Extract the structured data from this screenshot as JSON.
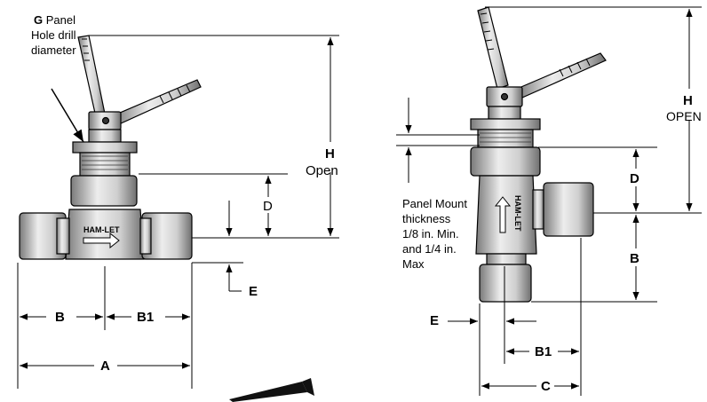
{
  "left_view": {
    "callout_g": {
      "letter": "G",
      "line1": "Panel",
      "line2": "Hole drill",
      "line3": "diameter"
    },
    "dim_h": "H",
    "dim_h_sub": "Open",
    "dim_d": "D",
    "dim_e": "E",
    "dim_b": "B",
    "dim_b1": "B1",
    "dim_a": "A",
    "valve_brand": "HAM-LET"
  },
  "right_view": {
    "dim_h": "H",
    "dim_h_sub": "OPEN",
    "dim_d": "D",
    "dim_b": "B",
    "dim_e": "E",
    "dim_b1": "B1",
    "dim_c": "C",
    "valve_brand": "HAM-LET",
    "panel_note": [
      "Panel Mount",
      "thickness",
      "1/8 in. Min.",
      "and 1/4 in.",
      "Max"
    ]
  }
}
